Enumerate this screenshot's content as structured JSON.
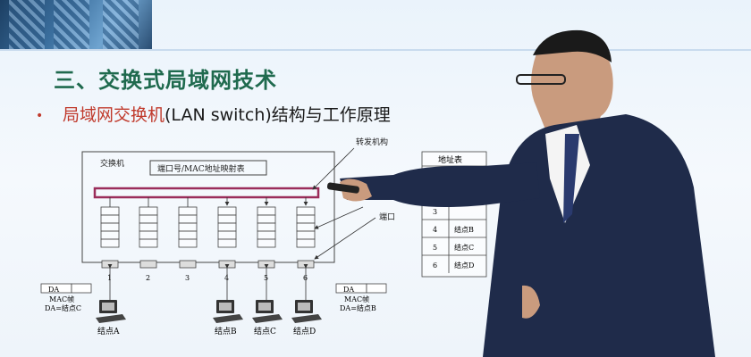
{
  "slide": {
    "title": "三、交换式局域网技术",
    "bullet_highlight": "局域网交换机",
    "bullet_rest": "(LAN switch)结构与工作原理"
  },
  "diagram": {
    "switch_label": "交换机",
    "map_table_label": "端口号/MAC地址映射表",
    "forwarding_label": "转发机构",
    "port_label": "端口",
    "port_numbers": [
      "1",
      "2",
      "3",
      "4",
      "5",
      "6"
    ],
    "frame_left": {
      "da": "DA",
      "mac": "MAC帧",
      "dest": "DA=结点C"
    },
    "frame_right": {
      "da": "DA",
      "mac": "MAC帧",
      "dest": "DA=结点B"
    },
    "nodes": [
      "结点A",
      "结点B",
      "结点C",
      "结点D"
    ]
  },
  "address_table": {
    "header": "地址表",
    "rows": [
      {
        "port": "",
        "node": ""
      },
      {
        "port": "",
        "node": ""
      },
      {
        "port": "3",
        "node": ""
      },
      {
        "port": "4",
        "node": "结点B"
      },
      {
        "port": "5",
        "node": "结点C"
      },
      {
        "port": "6",
        "node": "结点D"
      }
    ]
  },
  "colors": {
    "title": "#1f6a4e",
    "highlight": "#c0392b",
    "bar": "#9b2d5b"
  }
}
